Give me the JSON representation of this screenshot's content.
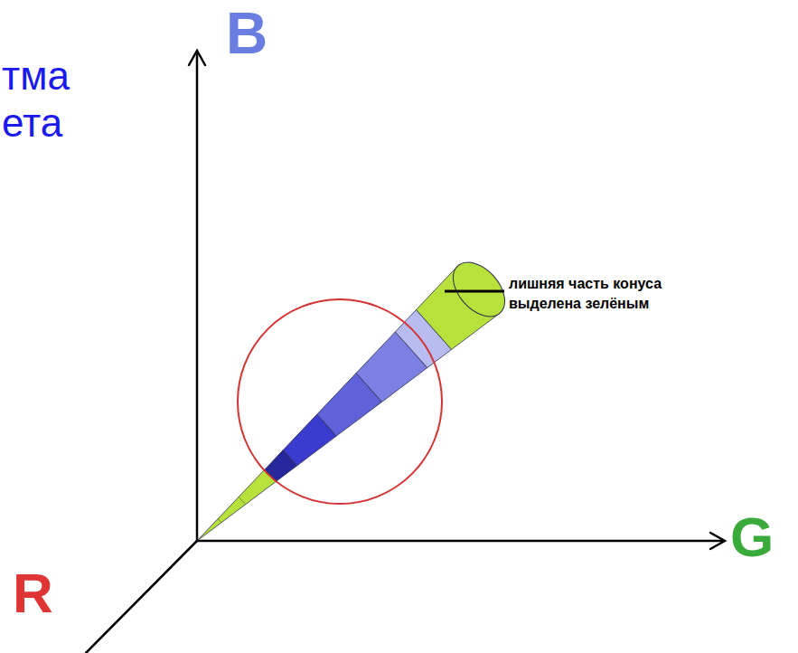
{
  "diagram": {
    "labels": [
      "тма",
      "ета",
      "B",
      "G",
      "R",
      "лишняя часть конуса выделена зелёным"
    ]
  }
}
